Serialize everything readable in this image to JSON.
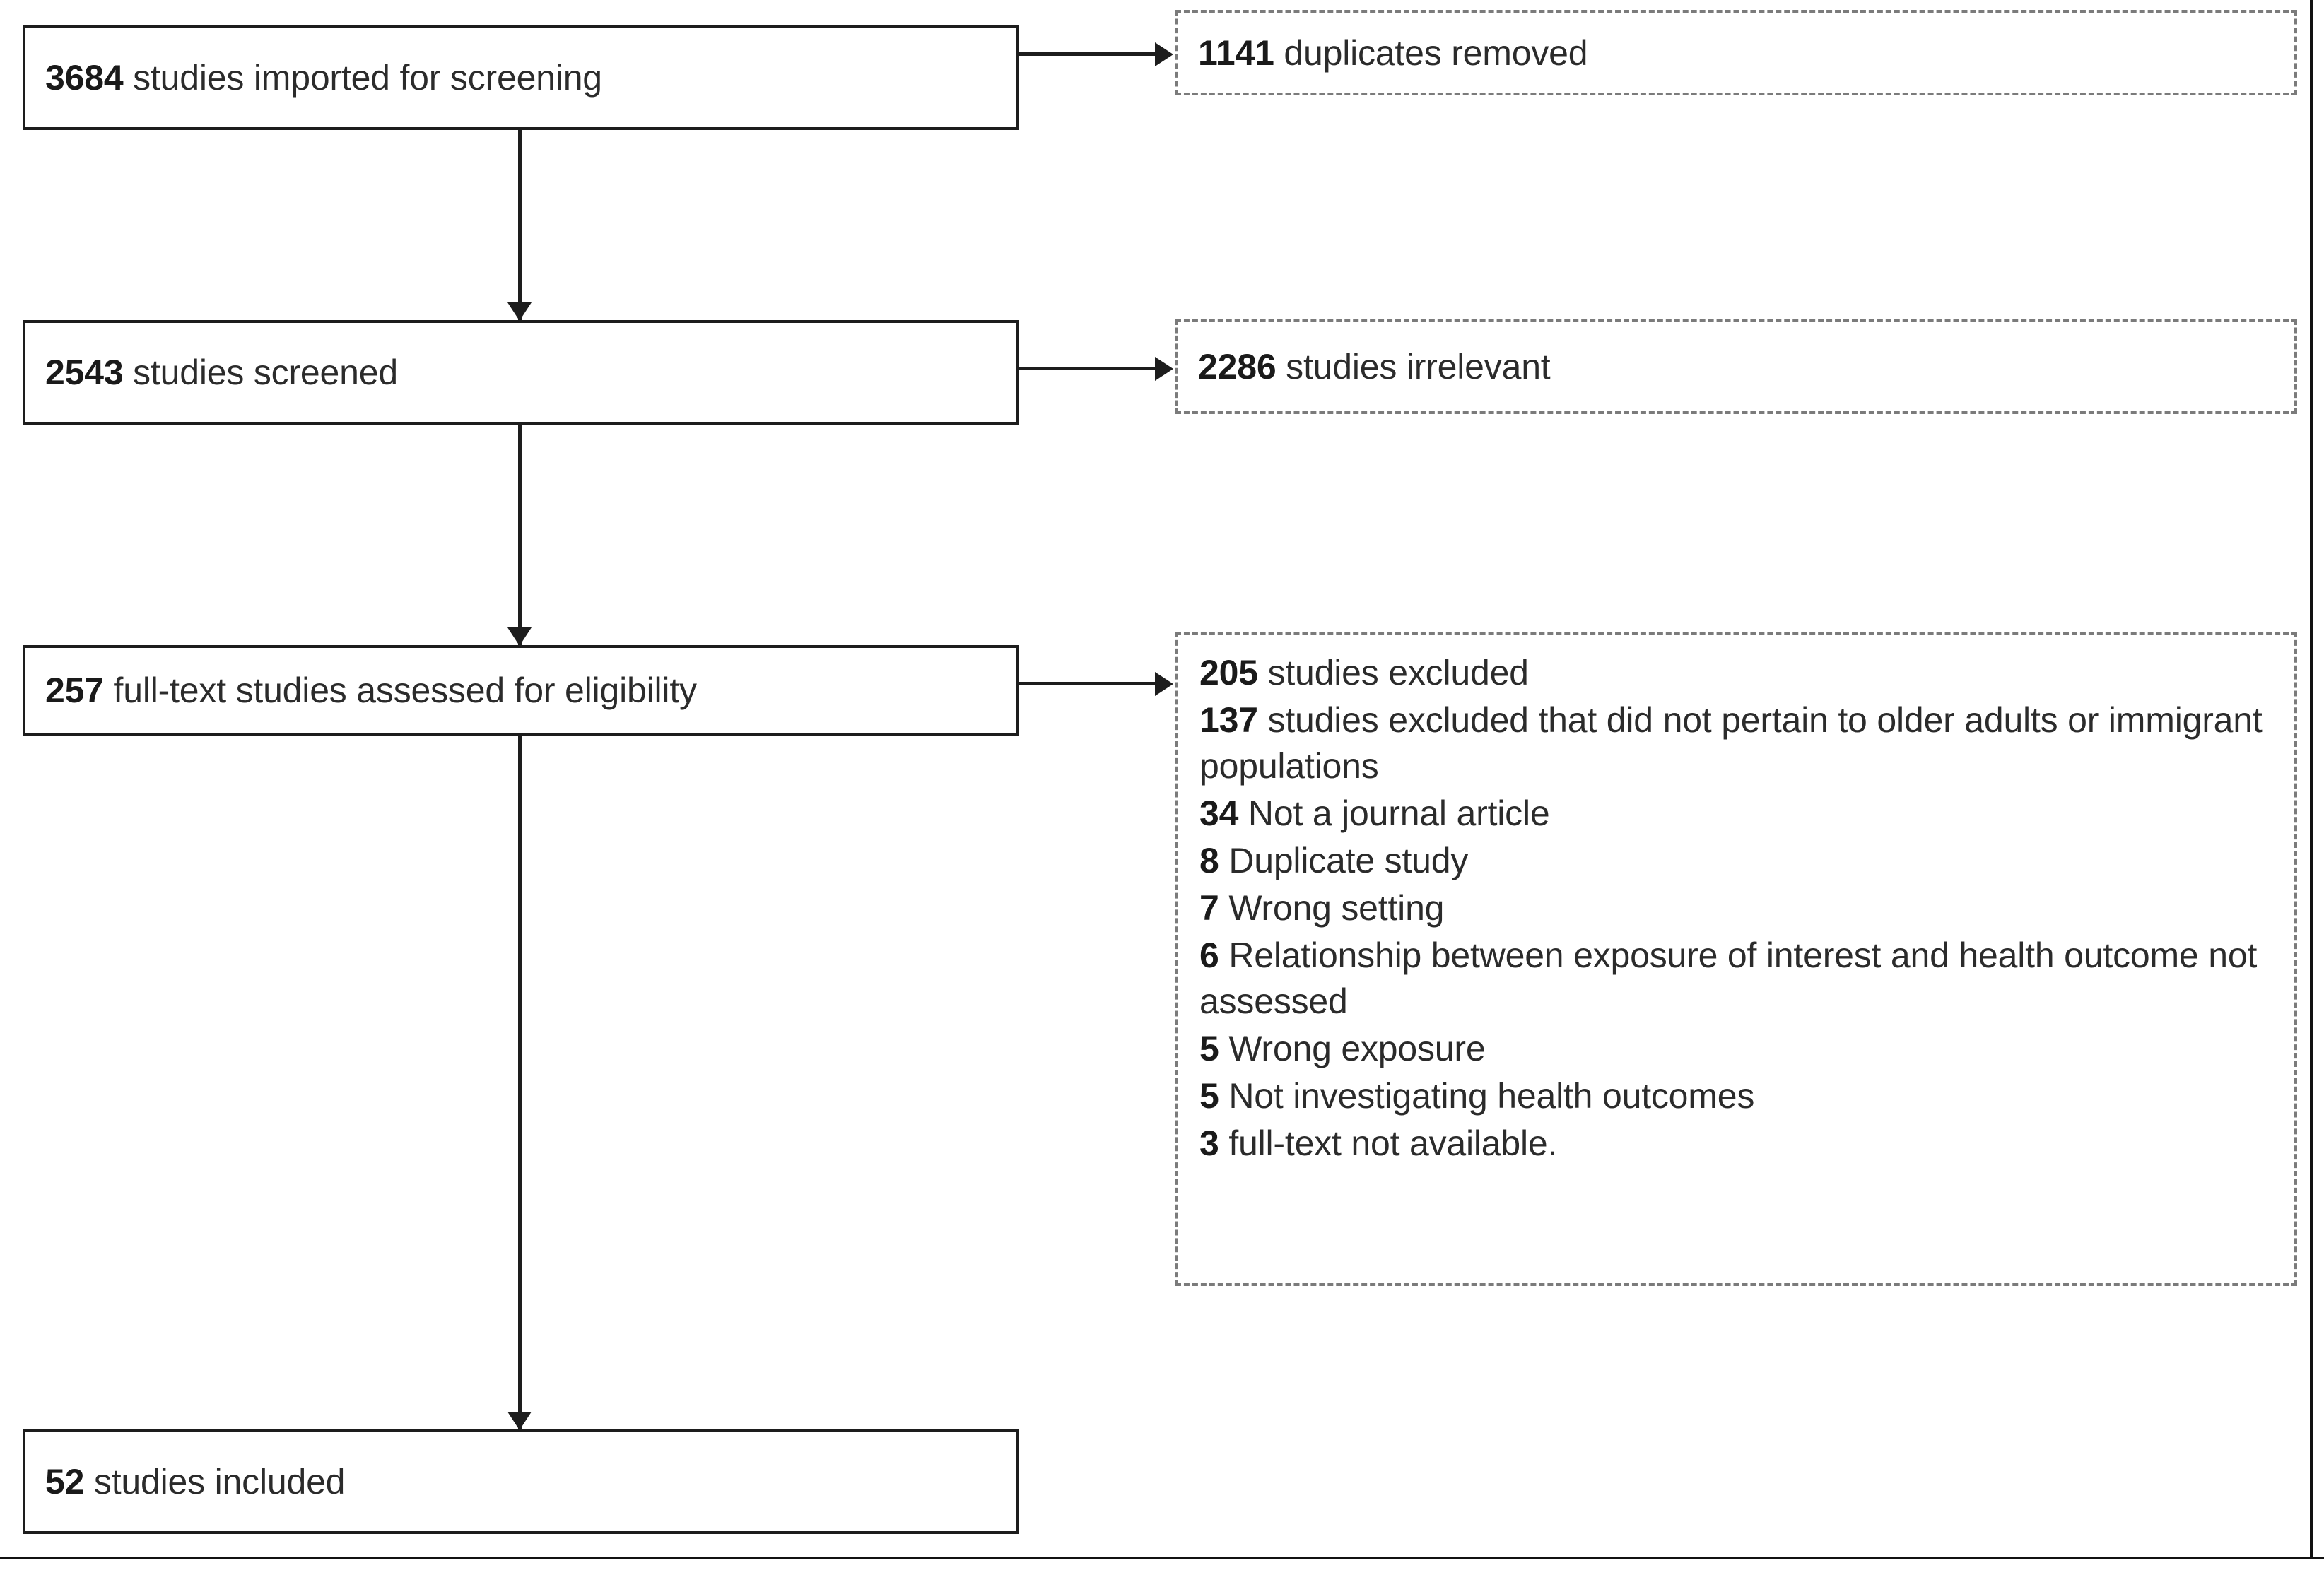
{
  "diagram": {
    "type": "prisma-flow-diagram",
    "nodes": [
      {
        "id": "imported",
        "count": "3684",
        "label": "studies imported for screening",
        "style": "solid"
      },
      {
        "id": "duplicates",
        "count": "1141",
        "label": "duplicates removed",
        "style": "dashed"
      },
      {
        "id": "screened",
        "count": "2543",
        "label": "studies screened",
        "style": "solid"
      },
      {
        "id": "irrelevant",
        "count": "2286",
        "label": "studies irrelevant",
        "style": "dashed"
      },
      {
        "id": "fulltext",
        "count": "257",
        "label": "full-text studies assessed for eligibility",
        "style": "solid"
      },
      {
        "id": "included",
        "count": "52",
        "label": "studies included",
        "style": "solid"
      }
    ],
    "exclusions": {
      "id": "excluded",
      "style": "dashed",
      "lines": [
        {
          "count": "205",
          "label": "studies excluded"
        },
        {
          "count": "137",
          "label": "studies excluded that did not pertain to older adults or immigrant populations"
        },
        {
          "count": "34",
          "label": "Not a journal article"
        },
        {
          "count": "8",
          "label": "Duplicate study"
        },
        {
          "count": "7",
          "label": "Wrong setting"
        },
        {
          "count": "6",
          "label": "Relationship between exposure of interest and health outcome not assessed"
        },
        {
          "count": "5",
          "label": "Wrong exposure"
        },
        {
          "count": "5",
          "label": "Not investigating health outcomes"
        },
        {
          "count": "3",
          "label": "full-text not available."
        }
      ]
    },
    "colors": {
      "solid_border": "#1d1d1d",
      "dashed_border": "#7b7b7b",
      "text": "#2b2b2b",
      "emphasis": "#1a1a1a",
      "background": "#ffffff"
    }
  }
}
